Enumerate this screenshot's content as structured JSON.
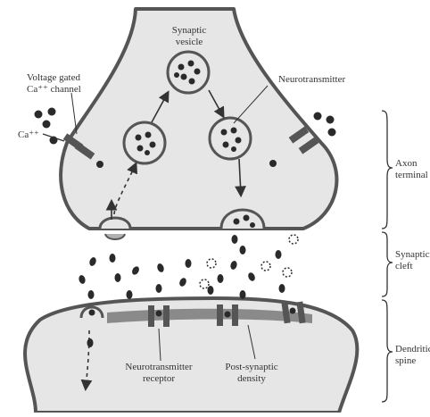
{
  "labels": {
    "synaptic_vesicle_line1": "Synaptic",
    "synaptic_vesicle_line2": "vesicle",
    "neurotransmitter": "Neurotransmitter",
    "voltage_gated_line1": "Voltage gated",
    "voltage_gated_line2": "Ca⁺⁺ channel",
    "ca_ion": "Ca⁺⁺",
    "axon_terminal_line1": "Axon",
    "axon_terminal_line2": "terminal",
    "synaptic_cleft_line1": "Synaptic",
    "synaptic_cleft_line2": "cleft",
    "dendritic_spine_line1": "Dendritic",
    "dendritic_spine_line2": "spine",
    "nt_receptor_line1": "Neurotransmitter",
    "nt_receptor_line2": "receptor",
    "psd_line1": "Post-synaptic",
    "psd_line2": "density"
  },
  "colors": {
    "membrane": "#555555",
    "cytoplasm": "#e6e6e6",
    "molecule": "#2a2a2a",
    "density": "#8a8a8a",
    "background": "#ffffff"
  },
  "icons": {
    "ca_channel": "voltage-gated-channel-icon",
    "receptor": "receptor-channel-icon",
    "vesicle": "vesicle-icon",
    "brace": "curly-brace-icon"
  }
}
